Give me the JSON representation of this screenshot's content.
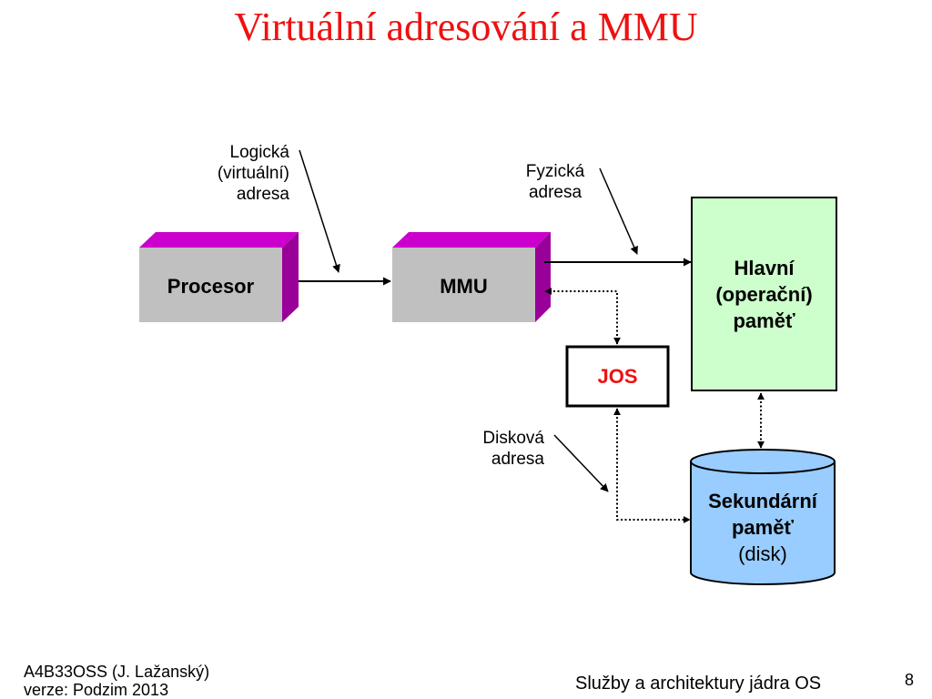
{
  "title": "Virtuální adresování a MMU",
  "labels": {
    "logical": [
      "Logická",
      "(virtuální)",
      "adresa"
    ],
    "physical": [
      "Fyzická",
      "adresa"
    ],
    "disk": [
      "Disková",
      "adresa"
    ]
  },
  "nodes": {
    "procesor": "Procesor",
    "mmu": "MMU",
    "jos": "JOS",
    "main_memory": [
      "Hlavní",
      "(operační)",
      "paměť"
    ],
    "secondary_memory": [
      "Sekundární",
      "paměť",
      "(disk)"
    ]
  },
  "colors": {
    "title": "#ee1111",
    "block_front": "#c0c0c0",
    "block_side": "#990099",
    "block_top": "#cc00cc",
    "main_memory_fill": "#ccffcc",
    "disk_fill": "#99ccff",
    "jos_text": "#ee1111"
  },
  "footer": {
    "course": "A4B33OSS (J. Lažanský)",
    "version": "verze: Podzim 2013",
    "subject": "Služby a architektury jádra OS",
    "page": "8"
  }
}
